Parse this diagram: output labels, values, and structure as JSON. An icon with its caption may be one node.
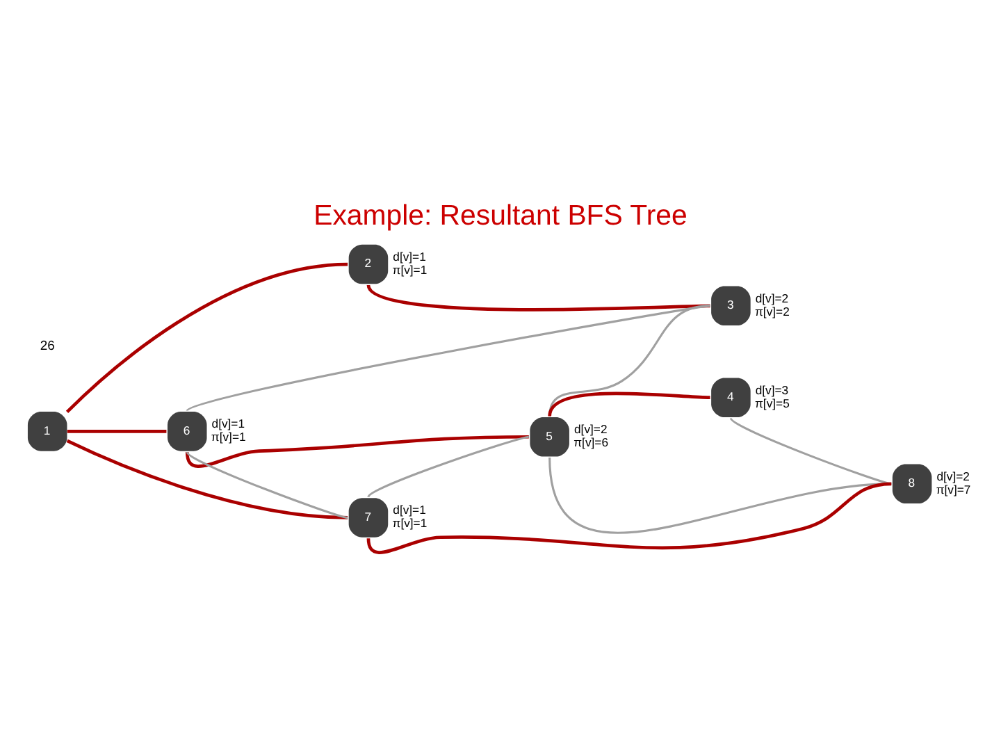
{
  "diagram": {
    "title": "Example: Resultant BFS Tree",
    "nodes": [
      {
        "text": [
          "1"
        ]
      },
      {
        "text": [
          "2"
        ],
        "beside": [
          "d[v]=1 π[v]=1"
        ]
      },
      {
        "text": [
          "3"
        ],
        "beside": [
          "d[v]=2 π[v]=2"
        ]
      },
      {
        "text": [
          "4"
        ],
        "beside": [
          "d[v]=3 π[v]=5"
        ]
      },
      {
        "text": [
          "5"
        ],
        "beside": [
          "d[v]=2 π[v]=6"
        ]
      },
      {
        "text": [
          "6"
        ],
        "beside": [
          "d[v]=1 π[v]=1"
        ]
      },
      {
        "text": [
          "7"
        ],
        "beside": [
          "d[v]=1 π[v]=1"
        ]
      },
      {
        "text": [
          "8"
        ],
        "beside": [
          "d[v]=2 π[v]=7"
        ]
      }
    ],
    "edges": [
      {
        "from": 0,
        "to": 1,
        "arrow": "none"
      },
      {
        "from": 1,
        "to": 2,
        "arrow": "none"
      },
      {
        "from": 0,
        "to": 5,
        "arrow": "none"
      },
      {
        "from": 0,
        "to": 6,
        "arrow": "none"
      },
      {
        "from": 5,
        "to": 4,
        "arrow": "none"
      },
      {
        "from": 4,
        "to": 3,
        "arrow": "none"
      },
      {
        "from": 6,
        "to": 7,
        "arrow": "none"
      },
      {
        "from": 5,
        "to": 2,
        "arrow": "none",
        "color": "#a0a0a0"
      },
      {
        "from": 4,
        "to": 2,
        "arrow": "none",
        "color": "#a0a0a0"
      },
      {
        "from": 5,
        "to": 6,
        "arrow": "none",
        "color": "#a0a0a0"
      },
      {
        "from": 6,
        "to": 4,
        "arrow": "none",
        "color": "#a0a0a0"
      },
      {
        "from": 4,
        "to": 7,
        "arrow": "none",
        "color": "#a0a0a0"
      },
      {
        "from": 3,
        "to": 7,
        "arrow": "none",
        "color": "#a0a0a0"
      }
    ],
    "labels": [
      "26"
    ]
  }
}
